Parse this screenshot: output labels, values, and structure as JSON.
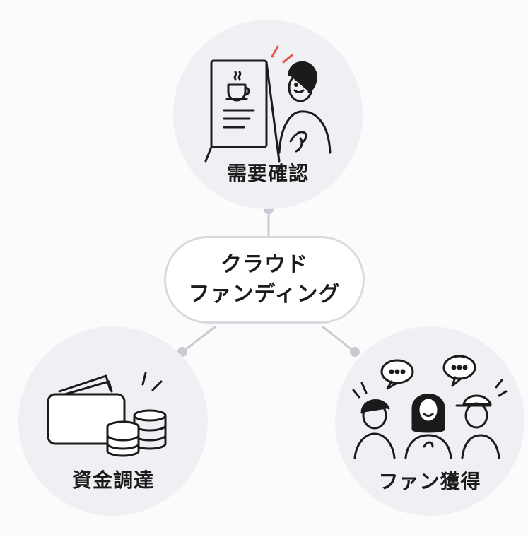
{
  "center": {
    "line1": "クラウド",
    "line2": "ファンディング"
  },
  "nodes": {
    "top": {
      "label": "需要確認",
      "icon": "cafe-signboard-person-icon"
    },
    "left": {
      "label": "資金調達",
      "icon": "wallet-coins-icon"
    },
    "right": {
      "label": "ファン獲得",
      "icon": "group-fans-speech-icon"
    }
  },
  "colors": {
    "node_fill": "#eef0f3",
    "connector": "#c8ccd2",
    "accent": "#e8534a",
    "ink": "#1b1b1b"
  }
}
